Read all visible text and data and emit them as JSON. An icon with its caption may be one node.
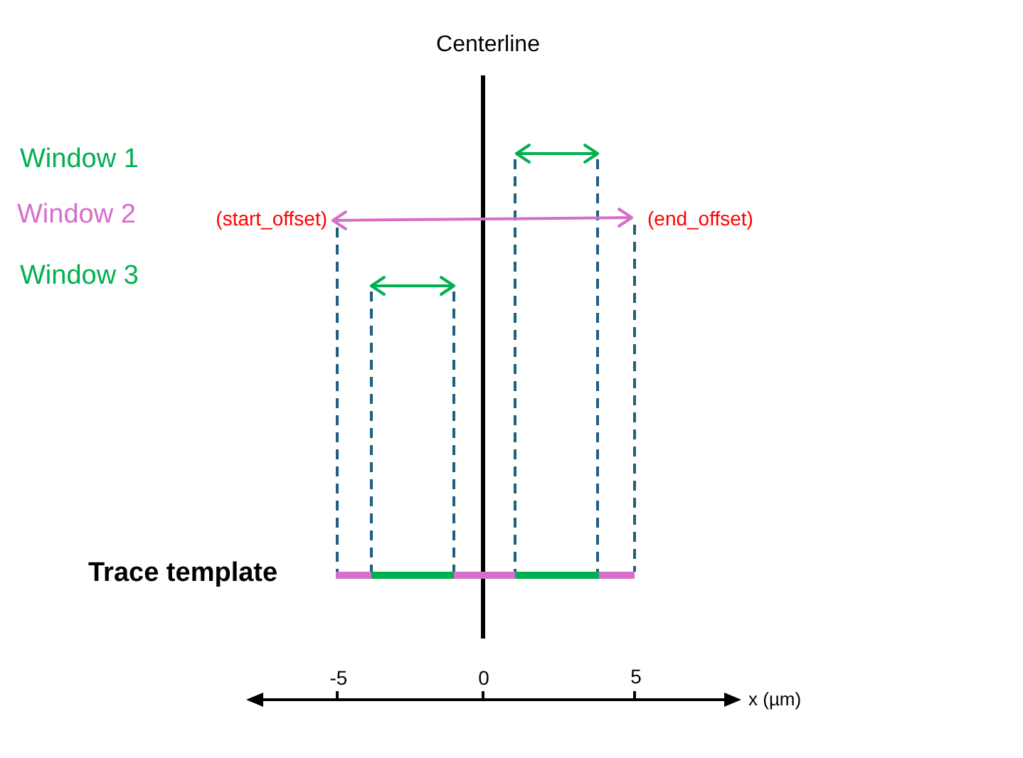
{
  "diagram": {
    "labels": [
      "Centerline",
      "Window 1",
      "Window 2",
      "(start_offset)",
      "(end_offset)",
      "Window 3",
      "Trace template",
      "-5",
      "0",
      "5",
      "x (µm)"
    ]
  }
}
